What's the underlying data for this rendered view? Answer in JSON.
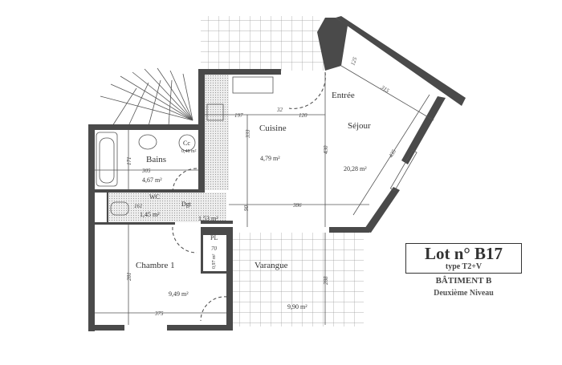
{
  "legend": {
    "lot": "Lot n° B17",
    "type": "type T2+V",
    "building": "BÂTIMENT B",
    "level": "Deuxième Niveau"
  },
  "rooms": {
    "bains": {
      "name": "Bains",
      "area": "4,67 m²"
    },
    "cellier": {
      "name": "Cc",
      "area": "0,48 m²"
    },
    "cuisine": {
      "name": "Cuisine",
      "area": "4,79 m²"
    },
    "entree": {
      "name": "Entrée"
    },
    "sejour": {
      "name": "Séjour",
      "area": "20,28 m²"
    },
    "wc": {
      "name": "WC",
      "area": "1,45 m²"
    },
    "dgt": {
      "name": "Dgt",
      "area": "1,53 m²"
    },
    "placard": {
      "name": "PL",
      "area": "0,97 m²"
    },
    "chambre": {
      "name": "Chambre 1",
      "area": "9,49 m²"
    },
    "varangue": {
      "name": "Varangue",
      "area": "9,90 m²"
    }
  },
  "dimensions": {
    "d305": "305",
    "d171": "171",
    "d197": "197",
    "d32": "32",
    "d120": "120",
    "d333": "333",
    "d430": "430",
    "d315": "315",
    "d435": "435",
    "d125": "125",
    "d386": "386",
    "d90": "90",
    "d161": "161",
    "d70": "70",
    "d281": "281",
    "d375": "375",
    "d288": "288"
  }
}
